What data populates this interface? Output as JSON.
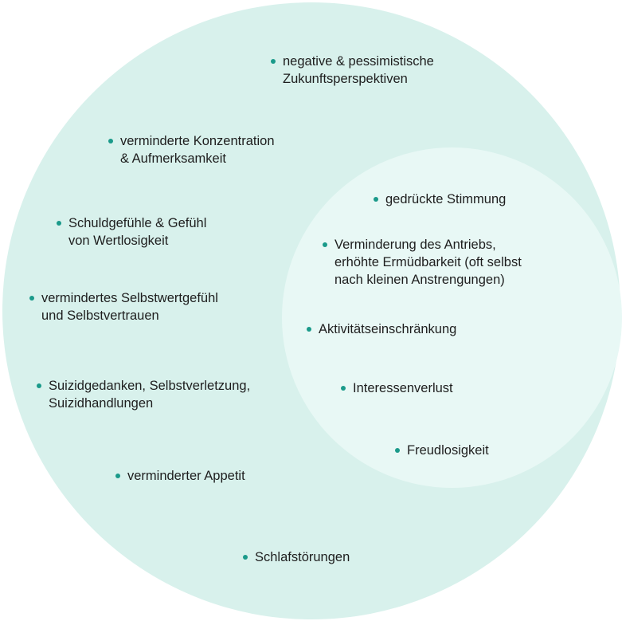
{
  "colors": {
    "outer_circle": "#d8f1ec",
    "inner_circle": "#e8f8f5",
    "bullet": "#1a9a8a",
    "text": "#1e1e1e"
  },
  "icons": {
    "bullet": "bullet-dot-icon"
  },
  "outer_items": [
    {
      "lines": [
        "negative & pessimistische",
        "Zukunftsperspektiven"
      ]
    },
    {
      "lines": [
        "verminderte Konzentration",
        "& Aufmerksamkeit"
      ]
    },
    {
      "lines": [
        "Schuldgefühle & Gefühl",
        "von Wertlosigkeit"
      ]
    },
    {
      "lines": [
        "vermindertes Selbstwertgefühl",
        "und Selbstvertrauen"
      ]
    },
    {
      "lines": [
        "Suizidgedanken, Selbstverletzung,",
        "Suizidhandlungen"
      ]
    },
    {
      "lines": [
        "verminderter Appetit"
      ]
    },
    {
      "lines": [
        "Schlafstörungen"
      ]
    }
  ],
  "inner_items": [
    {
      "lines": [
        "gedrückte Stimmung"
      ]
    },
    {
      "lines": [
        "Verminderung des Antriebs,",
        "erhöhte Ermüdbarkeit (oft selbst",
        "nach kleinen Anstrengungen)"
      ]
    },
    {
      "lines": [
        "Aktivitätseinschränkung"
      ]
    },
    {
      "lines": [
        "Interessenverlust"
      ]
    },
    {
      "lines": [
        "Freudlosigkeit"
      ]
    }
  ]
}
